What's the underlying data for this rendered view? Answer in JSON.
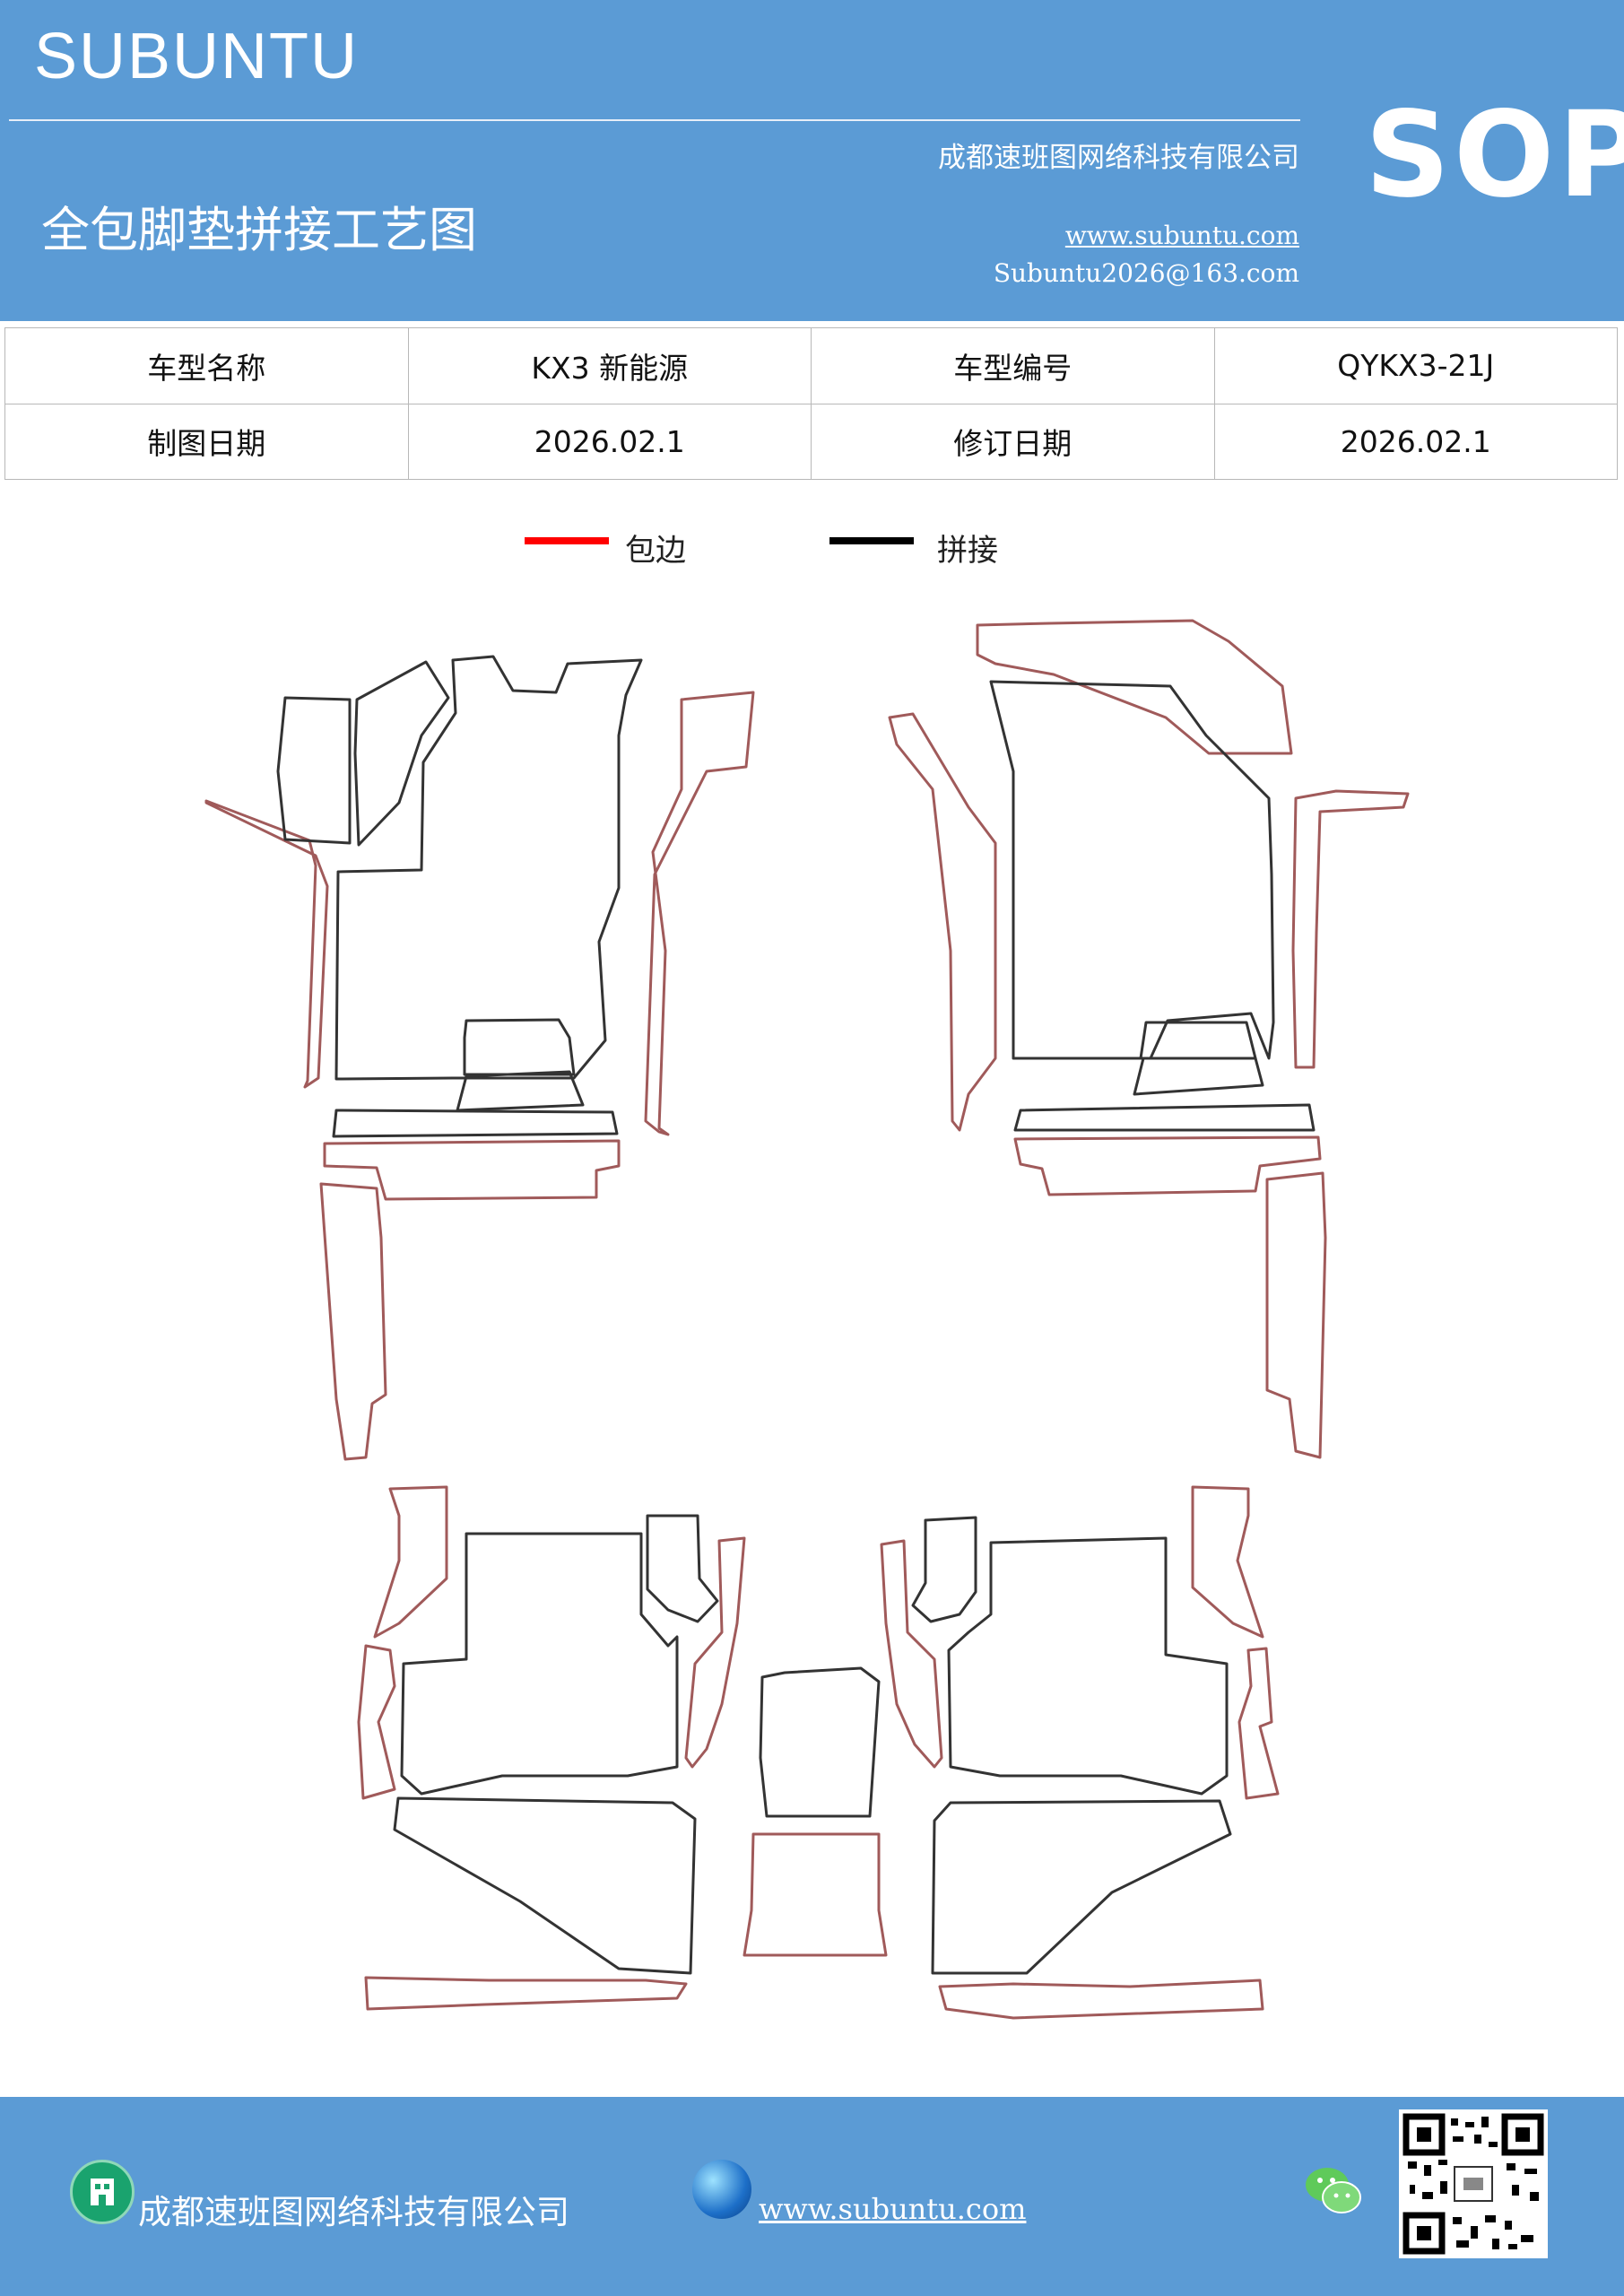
{
  "header": {
    "brand": "SUBUNTU",
    "company": "成都速班图网络科技有限公司",
    "title": "全包脚垫拼接工艺图",
    "website": "www.subuntu.com",
    "email": "Subuntu2026@163.com",
    "badge": "SOP"
  },
  "info_table": {
    "rows": [
      [
        "车型名称",
        "KX3 新能源",
        "车型编号",
        "QYKX3-21J"
      ],
      [
        "制图日期",
        "2026.02.1",
        "修订日期",
        "2026.02.1"
      ]
    ]
  },
  "legend": [
    {
      "label": "包边",
      "color": "#ff0000"
    },
    {
      "label": "拼接",
      "color": "#000000"
    }
  ],
  "footer": {
    "company": "成都速班图网络科技有限公司",
    "website": "www.subuntu.com",
    "icons": [
      "building-icon",
      "globe-icon",
      "wechat-icon",
      "qr-code"
    ]
  },
  "colors": {
    "header_bg": "#5b9bd5",
    "outline_edge": "#a05a5a",
    "outline_seam": "#333333"
  }
}
